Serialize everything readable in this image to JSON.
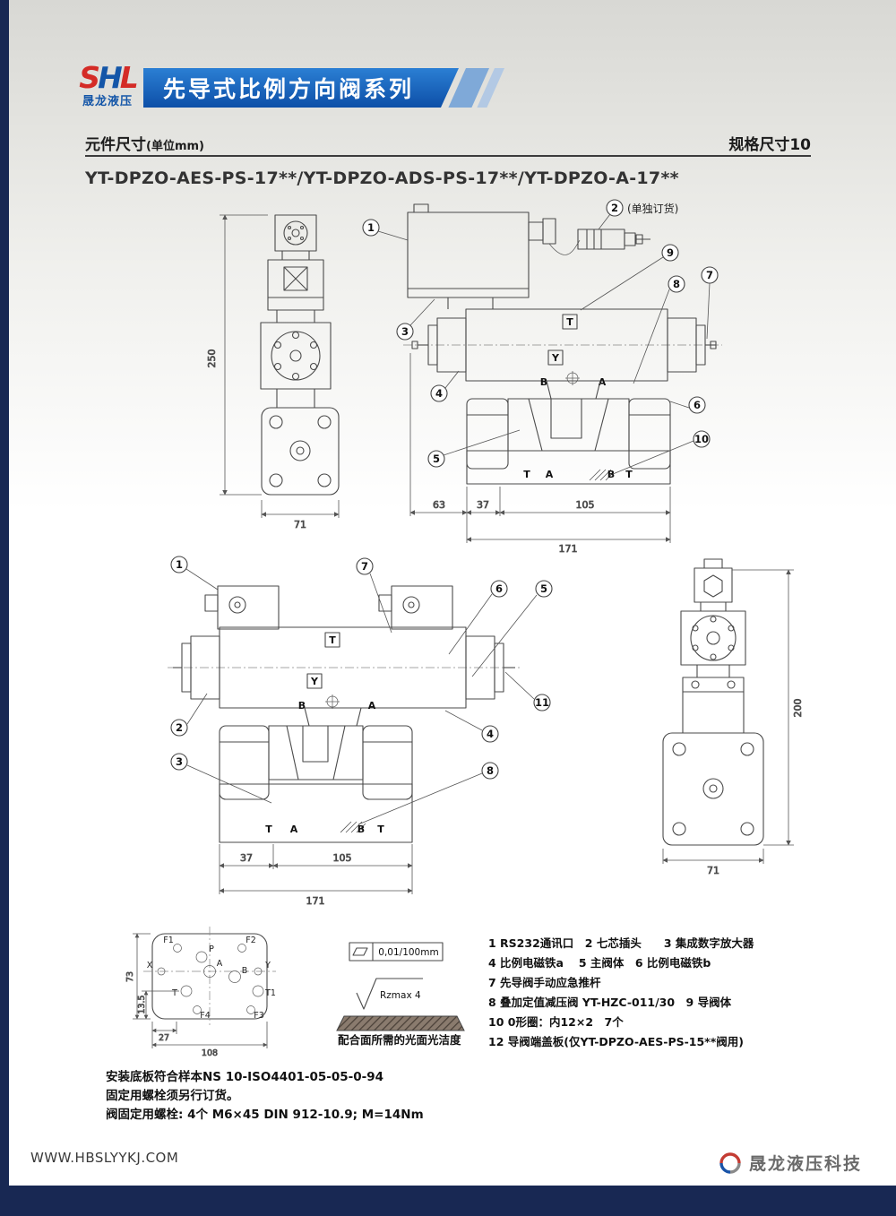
{
  "colors": {
    "navy": "#182853",
    "banner_blue": "#0f55ad",
    "logo_red": "#d42b26",
    "logo_blue": "#1456a8"
  },
  "header": {
    "logo_letters": [
      "S",
      "H",
      "L"
    ],
    "logo_company": "晟龙液压",
    "banner": "先导式比例方向阀系列"
  },
  "subheader": {
    "left": "元件尺寸",
    "left_unit": "(单位mm)",
    "right": "规格尺寸10"
  },
  "model_title": "YT-DPZO-AES-PS-17**/YT-DPZO-ADS-PS-17**/YT-DPZO-A-17**",
  "top": {
    "note": "(单独订货)",
    "callouts": {
      "c1": "1",
      "c2": "2",
      "c3": "3",
      "c4": "4",
      "c5": "5",
      "c6": "6",
      "c7": "7",
      "c8": "8",
      "c9": "9",
      "c10": "10"
    },
    "dims": {
      "h250": "250",
      "w71": "71",
      "d63": "63",
      "d37": "37",
      "d105": "105",
      "d171": "171"
    },
    "ports": {
      "tbox": "T",
      "ybox": "Y",
      "b": "B",
      "a": "A",
      "pt1": "T",
      "pa": "A",
      "pb": "B",
      "pt2": "T"
    }
  },
  "mid": {
    "callouts": {
      "c1": "1",
      "c2": "2",
      "c3": "3",
      "c4": "4",
      "c5": "5",
      "c6": "6",
      "c7": "7",
      "c8": "8",
      "c11": "11"
    },
    "dims": {
      "d37": "37",
      "d105": "105",
      "d171": "171",
      "h200": "200",
      "w71": "71"
    },
    "ports": {
      "tbox": "T",
      "ybox": "Y",
      "b": "B",
      "a": "A",
      "pt1": "T",
      "pa": "A",
      "pb": "B",
      "pt2": "T"
    }
  },
  "plate": {
    "dims": {
      "d73": "73",
      "d135": "13.5",
      "d27": "27",
      "d108": "108"
    },
    "ports": {
      "f1": "F1",
      "f2": "F2",
      "f3": "F3",
      "f4": "F4",
      "p": "P",
      "a": "A",
      "b": "B",
      "t": "T",
      "t1": "T1",
      "x": "X",
      "y": "Y"
    }
  },
  "finish": {
    "flatness": "0,01/100mm",
    "roughness": "Rzmax 4",
    "caption": "配合面所需的光面光洁度"
  },
  "legend": {
    "lines": [
      "1 RS232通讯口　2 七芯插头　　3 集成数字放大器",
      "4 比例电磁铁a　 5 主阀体　6 比例电磁铁b",
      "7 先导阀手动应急推杆",
      "8 叠加定值减压阀 YT-HZC-011/30　9 导阀体",
      "10 0形圈：内12×2　7个",
      "12 导阀端盖板(仅YT-DPZO-AES-PS-15**阀用)"
    ]
  },
  "notes": [
    "安装底板符合样本NS 10-ISO4401-05-05-0-94",
    "固定用螺栓须另行订货。",
    "阀固定用螺栓: 4个 M6×45 DIN 912-10.9; M=14Nm"
  ],
  "footer": {
    "website": "WWW.HBSLYYKJ.COM",
    "company": "晟龙液压科技"
  }
}
